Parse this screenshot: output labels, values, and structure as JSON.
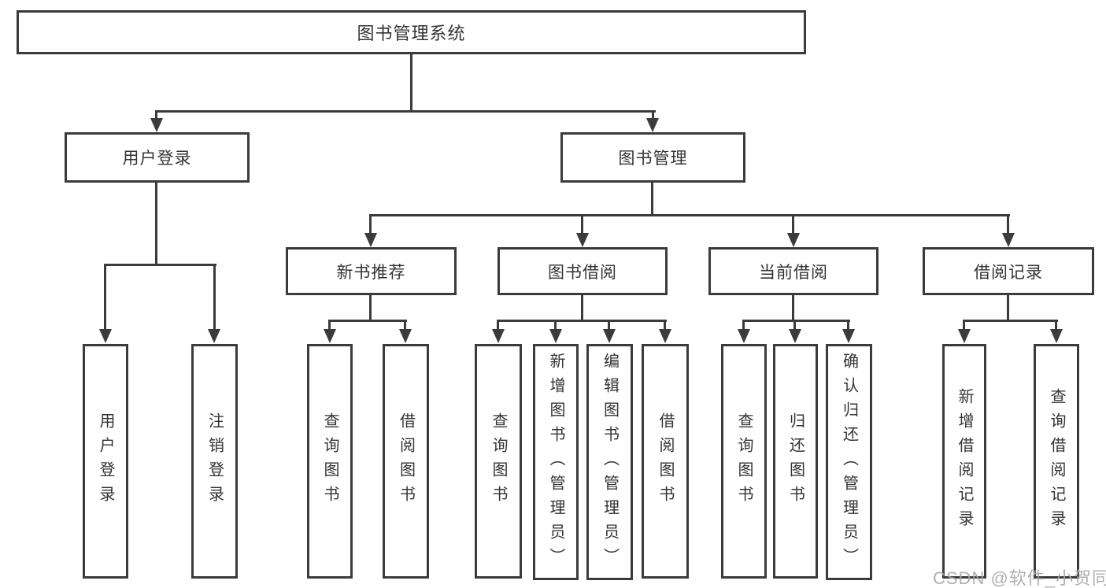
{
  "diagram": {
    "root_label": "图书管理系统",
    "level2": [
      "用户登录",
      "图书管理"
    ],
    "level3": [
      "新书推荐",
      "图书借阅",
      "当前借阅",
      "借阅记录"
    ],
    "leaves": {
      "user_login": [
        "用户登录",
        "注销登录"
      ],
      "new_book": [
        "查询图书",
        "借阅图书"
      ],
      "book_borrow": [
        "查询图书",
        "新增图书（管理员）",
        "编辑图书（管理员）",
        "借阅图书"
      ],
      "current_borrow": [
        "查询图书",
        "归还图书",
        "确认归还（管理员）"
      ],
      "borrow_record": [
        "新增借阅记录",
        "查询借阅记录"
      ]
    }
  },
  "watermark": {
    "text": "CSDN @软件_小贺同学"
  },
  "colors": {
    "line": "#3b3b3b",
    "text": "#333333",
    "watermark": "#a9a9a9",
    "background": "#ffffff"
  }
}
